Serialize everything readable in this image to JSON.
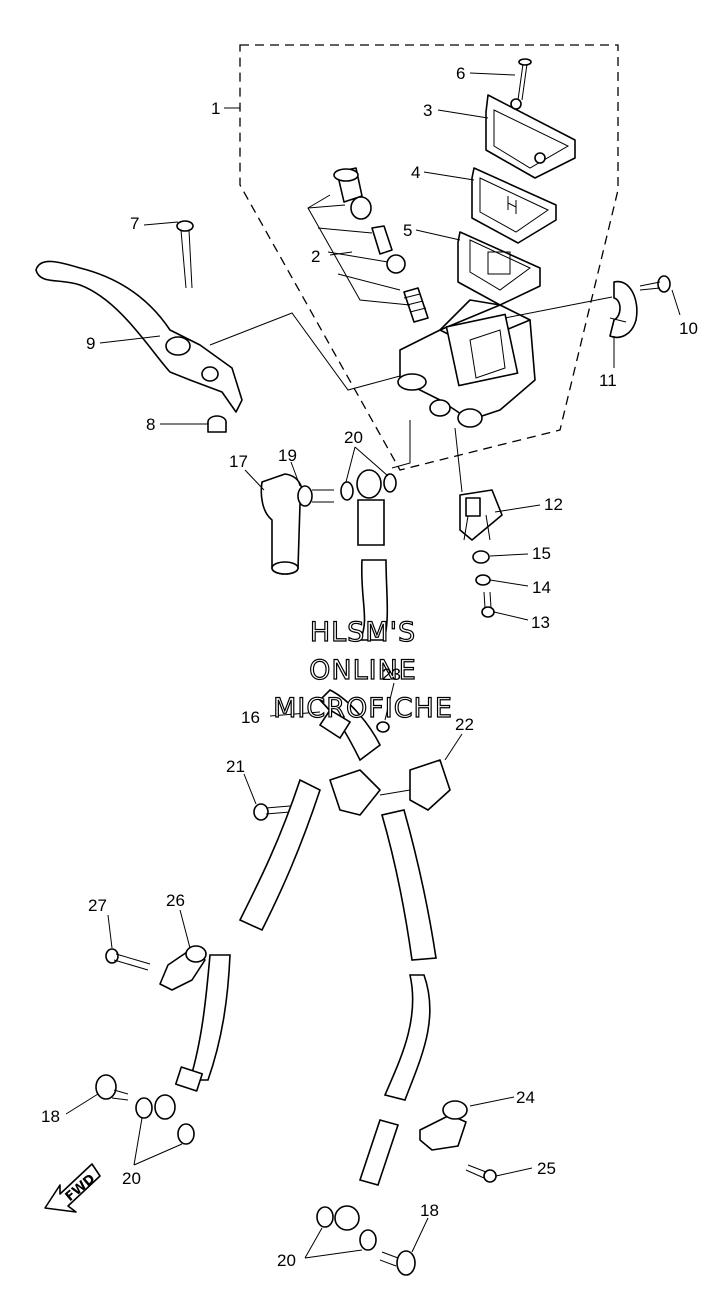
{
  "watermark": [
    "HLSM'S",
    "ONLINE",
    "MICROFICHE"
  ],
  "direction_label": "FWD",
  "callouts": {
    "c1": "1",
    "c2": "2",
    "c3": "3",
    "c4": "4",
    "c5": "5",
    "c6": "6",
    "c7": "7",
    "c8": "8",
    "c9": "9",
    "c10": "10",
    "c11": "11",
    "c12": "12",
    "c13": "13",
    "c14": "14",
    "c15": "15",
    "c16": "16",
    "c17": "17",
    "c18a": "18",
    "c18b": "18",
    "c19": "19",
    "c20a": "20",
    "c20b": "20",
    "c20c": "20",
    "c21": "21",
    "c22": "22",
    "c23": "23",
    "c24": "24",
    "c25": "25",
    "c26": "26",
    "c27": "27"
  }
}
